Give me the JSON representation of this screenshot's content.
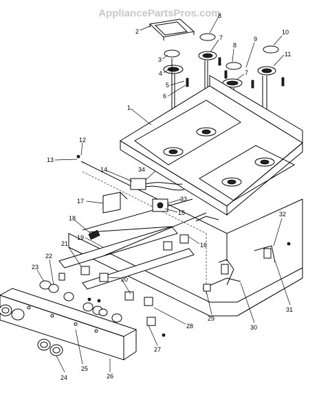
{
  "watermark": "AppliancePartsPros.com",
  "callouts": [
    "1",
    "2",
    "3",
    "4",
    "5",
    "6",
    "7",
    "7",
    "8",
    "8",
    "9",
    "10",
    "11",
    "12",
    "13",
    "14",
    "15",
    "16",
    "17",
    "18",
    "19",
    "20",
    "21",
    "22",
    "23",
    "24",
    "25",
    "26",
    "27",
    "28",
    "29",
    "30",
    "31",
    "32",
    "33",
    "34"
  ]
}
